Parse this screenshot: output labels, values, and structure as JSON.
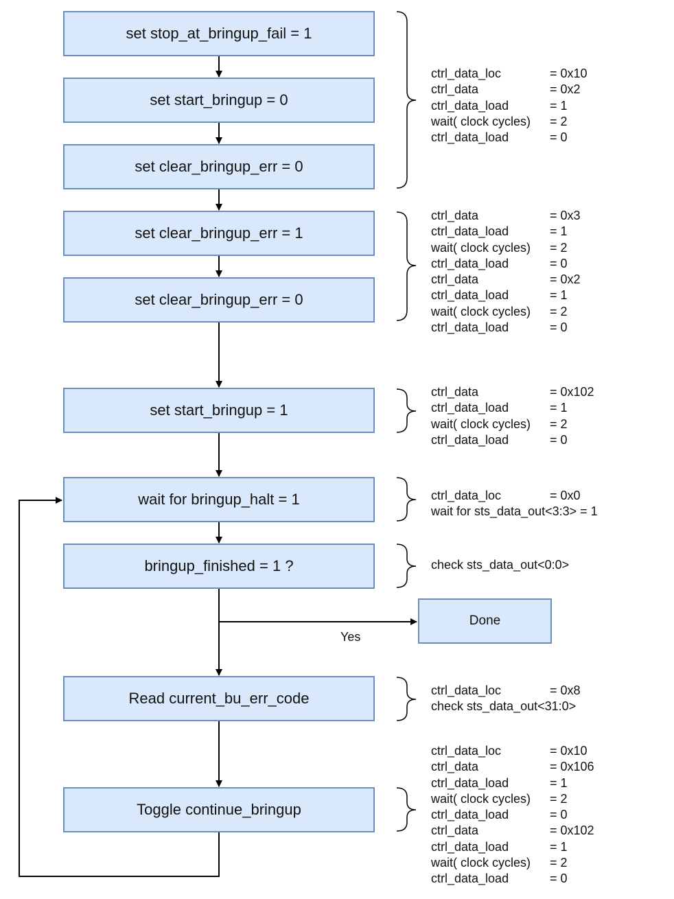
{
  "steps": {
    "stop_at_fail": "set stop_at_bringup_fail = 1",
    "start_bringup_0": "set start_bringup = 0",
    "clear_err_0_a": "set clear_bringup_err = 0",
    "clear_err_1": "set clear_bringup_err = 1",
    "clear_err_0_b": "set clear_bringup_err = 0",
    "start_bringup_1": "set start_bringup = 1",
    "wait_halt": "wait for bringup_halt = 1",
    "finished_check": "bringup_finished = 1 ?",
    "done": "Done",
    "read_err": "Read current_bu_err_code",
    "toggle": "Toggle continue_bringup"
  },
  "edge_labels": {
    "yes": "Yes"
  },
  "notes": {
    "group1": [
      {
        "key": "ctrl_data_loc",
        "val": "= 0x10"
      },
      {
        "key": "ctrl_data",
        "val": "= 0x2"
      },
      {
        "key": "ctrl_data_load",
        "val": "= 1"
      },
      {
        "key": "wait( clock cycles)",
        "val": "= 2"
      },
      {
        "key": "ctrl_data_load",
        "val": "= 0"
      }
    ],
    "group2": [
      {
        "key": "ctrl_data",
        "val": "= 0x3"
      },
      {
        "key": "ctrl_data_load",
        "val": "= 1"
      },
      {
        "key": "wait( clock cycles)",
        "val": "= 2"
      },
      {
        "key": "ctrl_data_load",
        "val": "= 0"
      },
      {
        "key": "ctrl_data",
        "val": "= 0x2"
      },
      {
        "key": "ctrl_data_load",
        "val": "= 1"
      },
      {
        "key": "wait( clock cycles)",
        "val": "= 2"
      },
      {
        "key": "ctrl_data_load",
        "val": "= 0"
      }
    ],
    "group3": [
      {
        "key": "ctrl_data",
        "val": "= 0x102"
      },
      {
        "key": "ctrl_data_load",
        "val": "= 1"
      },
      {
        "key": "wait( clock cycles)",
        "val": "= 2"
      },
      {
        "key": "ctrl_data_load",
        "val": "= 0"
      }
    ],
    "group4": [
      {
        "key": "ctrl_data_loc",
        "val": "= 0x0"
      },
      {
        "key": "wait for sts_data_out<3:3> = 1",
        "val": ""
      }
    ],
    "group5": [
      {
        "key": "check sts_data_out<0:0>",
        "val": ""
      }
    ],
    "group6": [
      {
        "key": "ctrl_data_loc",
        "val": "= 0x8"
      },
      {
        "key": "check sts_data_out<31:0>",
        "val": ""
      }
    ],
    "group7": [
      {
        "key": "ctrl_data_loc",
        "val": "= 0x10"
      },
      {
        "key": "ctrl_data",
        "val": "= 0x106"
      },
      {
        "key": "ctrl_data_load",
        "val": "= 1"
      },
      {
        "key": "wait( clock cycles)",
        "val": "= 2"
      },
      {
        "key": "ctrl_data_load",
        "val": "= 0"
      },
      {
        "key": "ctrl_data",
        "val": "= 0x102"
      },
      {
        "key": "ctrl_data_load",
        "val": "= 1"
      },
      {
        "key": "wait( clock cycles)",
        "val": "= 2"
      },
      {
        "key": "ctrl_data_load",
        "val": "= 0"
      }
    ]
  },
  "colors": {
    "box_fill": "#dae8fc",
    "box_stroke": "#6c8ebf",
    "line": "#000000"
  }
}
